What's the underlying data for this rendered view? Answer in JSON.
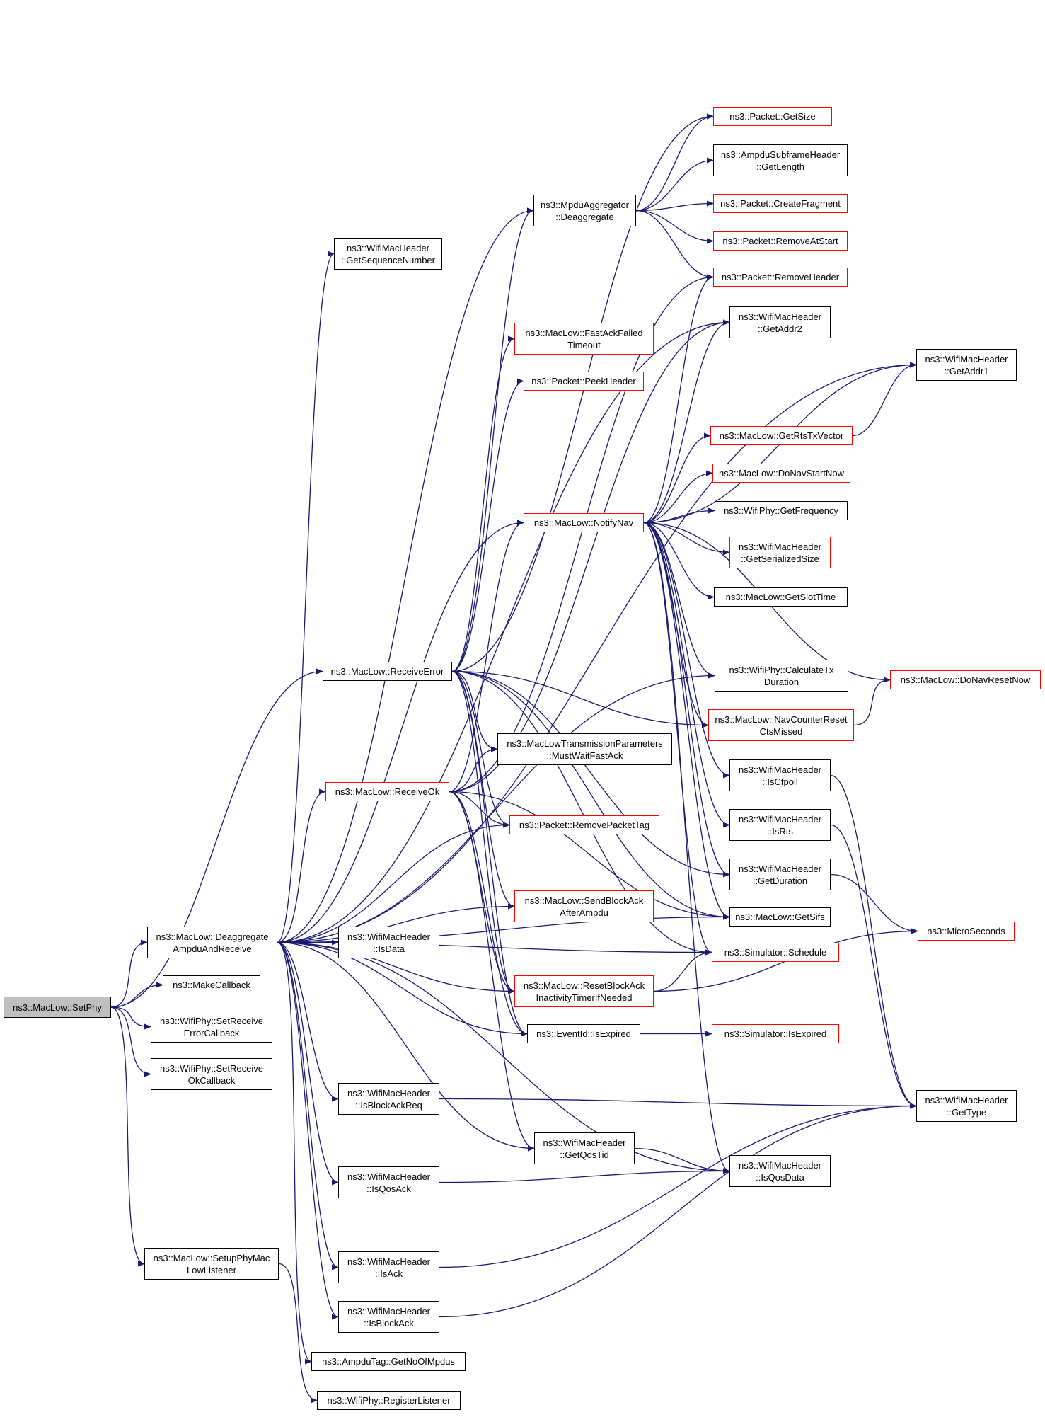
{
  "graph": {
    "edge_color": "#191970",
    "node_border_color": "#000000",
    "highlight_border_color": "#ff0000",
    "root_fill_color": "#bfbfbf",
    "nodes": [
      {
        "id": "setphy",
        "label": "ns3::MacLow::SetPhy",
        "root": true,
        "red": false
      },
      {
        "id": "dar",
        "label": "ns3::MacLow::Deaggregate\nAmpduAndReceive",
        "red": false
      },
      {
        "id": "makecb",
        "label": "ns3::MakeCallback",
        "red": false
      },
      {
        "id": "srec",
        "label": "ns3::WifiPhy::SetReceive\nErrorCallback",
        "red": false
      },
      {
        "id": "sroc",
        "label": "ns3::WifiPhy::SetReceive\nOkCallback",
        "red": false
      },
      {
        "id": "setup",
        "label": "ns3::MacLow::SetupPhyMac\nLowListener",
        "red": false
      },
      {
        "id": "recerr",
        "label": "ns3::MacLow::ReceiveError",
        "red": false
      },
      {
        "id": "recok",
        "label": "ns3::MacLow::ReceiveOk",
        "red": true
      },
      {
        "id": "getseq",
        "label": "ns3::WifiMacHeader\n::GetSequenceNumber",
        "red": false
      },
      {
        "id": "isdata",
        "label": "ns3::WifiMacHeader\n::IsData",
        "red": false
      },
      {
        "id": "isbar",
        "label": "ns3::WifiMacHeader\n::IsBlockAckReq",
        "red": false
      },
      {
        "id": "isqosack",
        "label": "ns3::WifiMacHeader\n::IsQosAck",
        "red": false
      },
      {
        "id": "isack",
        "label": "ns3::WifiMacHeader\n::IsAck",
        "red": false
      },
      {
        "id": "isba",
        "label": "ns3::WifiMacHeader\n::IsBlockAck",
        "red": false
      },
      {
        "id": "getnompdu",
        "label": "ns3::AmpduTag::GetNoOfMpdus",
        "red": false
      },
      {
        "id": "reglis",
        "label": "ns3::WifiPhy::RegisterListener",
        "red": false
      },
      {
        "id": "mpdudeagg",
        "label": "ns3::MpduAggregator\n::Deaggregate",
        "red": false
      },
      {
        "id": "fastack",
        "label": "ns3::MacLow::FastAckFailed\nTimeout",
        "red": true
      },
      {
        "id": "peekhdr",
        "label": "ns3::Packet::PeekHeader",
        "red": true
      },
      {
        "id": "notifynav",
        "label": "ns3::MacLow::NotifyNav",
        "red": true
      },
      {
        "id": "mustwait",
        "label": "ns3::MacLowTransmissionParameters\n::MustWaitFastAck",
        "red": false
      },
      {
        "id": "rmpkttag",
        "label": "ns3::Packet::RemovePacketTag",
        "red": true
      },
      {
        "id": "sendba",
        "label": "ns3::MacLow::SendBlockAck\nAfterAmpdu",
        "red": true
      },
      {
        "id": "resetba",
        "label": "ns3::MacLow::ResetBlockAck\nInactivityTimerIfNeeded",
        "red": true
      },
      {
        "id": "evexp",
        "label": "ns3::EventId::IsExpired",
        "red": false
      },
      {
        "id": "getqostid",
        "label": "ns3::WifiMacHeader\n::GetQosTid",
        "red": false
      },
      {
        "id": "getsize",
        "label": "ns3::Packet::GetSize",
        "red": true
      },
      {
        "id": "getlength",
        "label": "ns3::AmpduSubframeHeader\n::GetLength",
        "red": false
      },
      {
        "id": "createfrag",
        "label": "ns3::Packet::CreateFragment",
        "red": true
      },
      {
        "id": "rmatstart",
        "label": "ns3::Packet::RemoveAtStart",
        "red": true
      },
      {
        "id": "rmhdr",
        "label": "ns3::Packet::RemoveHeader",
        "red": true
      },
      {
        "id": "getaddr2",
        "label": "ns3::WifiMacHeader\n::GetAddr2",
        "red": false
      },
      {
        "id": "getrts",
        "label": "ns3::MacLow::GetRtsTxVector",
        "red": true
      },
      {
        "id": "donavstart",
        "label": "ns3::MacLow::DoNavStartNow",
        "red": true
      },
      {
        "id": "getfreq",
        "label": "ns3::WifiPhy::GetFrequency",
        "red": false
      },
      {
        "id": "getsersize",
        "label": "ns3::WifiMacHeader\n::GetSerializedSize",
        "red": true
      },
      {
        "id": "getslot",
        "label": "ns3::MacLow::GetSlotTime",
        "red": false
      },
      {
        "id": "calctx",
        "label": "ns3::WifiPhy::CalculateTx\nDuration",
        "red": false
      },
      {
        "id": "navcnt",
        "label": "ns3::MacLow::NavCounterReset\nCtsMissed",
        "red": true
      },
      {
        "id": "iscfpoll",
        "label": "ns3::WifiMacHeader\n::IsCfpoll",
        "red": false
      },
      {
        "id": "isrts",
        "label": "ns3::WifiMacHeader\n::IsRts",
        "red": false
      },
      {
        "id": "getdur",
        "label": "ns3::WifiMacHeader\n::GetDuration",
        "red": false
      },
      {
        "id": "getsifs",
        "label": "ns3::MacLow::GetSifs",
        "red": false
      },
      {
        "id": "simsched",
        "label": "ns3::Simulator::Schedule",
        "red": true
      },
      {
        "id": "simexp",
        "label": "ns3::Simulator::IsExpired",
        "red": true
      },
      {
        "id": "isqosdata",
        "label": "ns3::WifiMacHeader\n::IsQosData",
        "red": false
      },
      {
        "id": "getaddr1",
        "label": "ns3::WifiMacHeader\n::GetAddr1",
        "red": false
      },
      {
        "id": "donavreset",
        "label": "ns3::MacLow::DoNavResetNow",
        "red": true
      },
      {
        "id": "micro",
        "label": "ns3::MicroSeconds",
        "red": true
      },
      {
        "id": "gettype",
        "label": "ns3::WifiMacHeader\n::GetType",
        "red": false
      }
    ],
    "edges": [
      [
        "setphy",
        "dar"
      ],
      [
        "setphy",
        "makecb"
      ],
      [
        "setphy",
        "srec"
      ],
      [
        "setphy",
        "sroc"
      ],
      [
        "setphy",
        "setup"
      ],
      [
        "setphy",
        "recerr"
      ],
      [
        "setup",
        "reglis"
      ],
      [
        "dar",
        "recok"
      ],
      [
        "dar",
        "getseq"
      ],
      [
        "dar",
        "isdata"
      ],
      [
        "dar",
        "isbar"
      ],
      [
        "dar",
        "isqosack"
      ],
      [
        "dar",
        "isack"
      ],
      [
        "dar",
        "isba"
      ],
      [
        "dar",
        "getnompdu"
      ],
      [
        "dar",
        "mpdudeagg"
      ],
      [
        "dar",
        "getaddr1"
      ],
      [
        "dar",
        "getaddr2"
      ],
      [
        "dar",
        "notifynav"
      ],
      [
        "dar",
        "rmpkttag"
      ],
      [
        "dar",
        "sendba"
      ],
      [
        "dar",
        "resetba"
      ],
      [
        "dar",
        "evexp"
      ],
      [
        "dar",
        "getqostid"
      ],
      [
        "dar",
        "simsched"
      ],
      [
        "dar",
        "getsifs"
      ],
      [
        "dar",
        "isqosdata"
      ],
      [
        "dar",
        "calctx"
      ],
      [
        "recerr",
        "mustwait"
      ],
      [
        "recerr",
        "rmpkttag"
      ],
      [
        "recerr",
        "sendba"
      ],
      [
        "recerr",
        "resetba"
      ],
      [
        "recerr",
        "evexp"
      ],
      [
        "recerr",
        "fastack"
      ],
      [
        "recerr",
        "peekhdr"
      ],
      [
        "recerr",
        "mpdudeagg"
      ],
      [
        "recerr",
        "getsize"
      ],
      [
        "recerr",
        "simsched"
      ],
      [
        "recerr",
        "getsifs"
      ],
      [
        "recerr",
        "navcnt"
      ],
      [
        "recerr",
        "getdur"
      ],
      [
        "recok",
        "notifynav"
      ],
      [
        "recok",
        "mustwait"
      ],
      [
        "recok",
        "rmpkttag"
      ],
      [
        "recok",
        "resetba"
      ],
      [
        "recok",
        "evexp"
      ],
      [
        "recok",
        "getqostid"
      ],
      [
        "recok",
        "getaddr2"
      ],
      [
        "recok",
        "rmhdr"
      ],
      [
        "recok",
        "getsifs"
      ],
      [
        "notifynav",
        "getaddr1"
      ],
      [
        "notifynav",
        "getrts"
      ],
      [
        "notifynav",
        "donavstart"
      ],
      [
        "notifynav",
        "getfreq"
      ],
      [
        "notifynav",
        "getsersize"
      ],
      [
        "notifynav",
        "getslot"
      ],
      [
        "notifynav",
        "donavreset"
      ],
      [
        "notifynav",
        "calctx"
      ],
      [
        "notifynav",
        "navcnt"
      ],
      [
        "notifynav",
        "iscfpoll"
      ],
      [
        "notifynav",
        "isrts"
      ],
      [
        "notifynav",
        "getdur"
      ],
      [
        "notifynav",
        "getsifs"
      ],
      [
        "notifynav",
        "simsched"
      ],
      [
        "notifynav",
        "isqosdata"
      ],
      [
        "notifynav",
        "getaddr2"
      ],
      [
        "notifynav",
        "rmhdr"
      ],
      [
        "mpdudeagg",
        "getsize"
      ],
      [
        "mpdudeagg",
        "getlength"
      ],
      [
        "mpdudeagg",
        "createfrag"
      ],
      [
        "mpdudeagg",
        "rmatstart"
      ],
      [
        "mpdudeagg",
        "rmhdr"
      ],
      [
        "getrts",
        "getaddr1"
      ],
      [
        "navcnt",
        "donavreset"
      ],
      [
        "iscfpoll",
        "gettype"
      ],
      [
        "isrts",
        "gettype"
      ],
      [
        "isbar",
        "gettype"
      ],
      [
        "isack",
        "gettype"
      ],
      [
        "isba",
        "gettype"
      ],
      [
        "getdur",
        "micro"
      ],
      [
        "resetba",
        "simsched"
      ],
      [
        "resetba",
        "micro"
      ],
      [
        "evexp",
        "simexp"
      ],
      [
        "getqostid",
        "isqosdata"
      ],
      [
        "isqosack",
        "isqosdata"
      ]
    ]
  }
}
